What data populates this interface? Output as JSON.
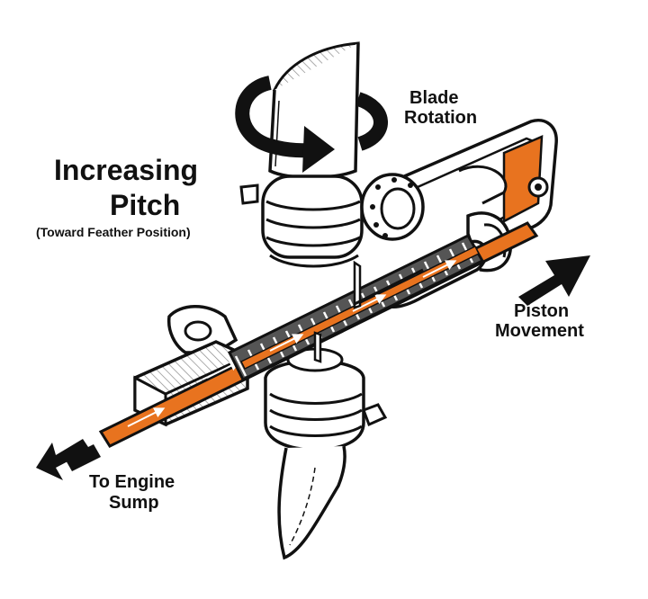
{
  "diagram": {
    "title_line1": "Increasing",
    "title_line2": "Pitch",
    "subtitle": "(Toward Feather Position)",
    "blade_rotation": {
      "line1": "Blade",
      "line2": "Rotation"
    },
    "piston_movement": {
      "line1": "Piston",
      "line2": "Movement"
    },
    "to_engine_sump": {
      "line1": "To Engine",
      "line2": "Sump"
    }
  },
  "colors": {
    "oil": "#e8731f",
    "outline": "#111111",
    "hatch": "#888888",
    "background": "#ffffff"
  }
}
